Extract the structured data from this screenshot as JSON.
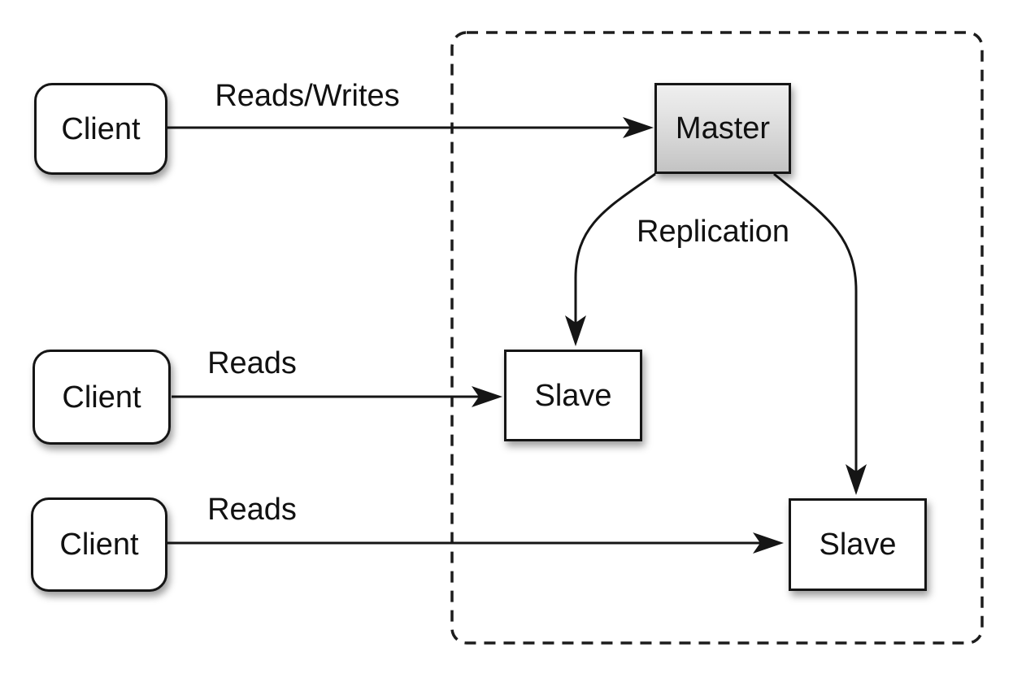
{
  "diagram": {
    "nodes": {
      "client1": {
        "label": "Client"
      },
      "client2": {
        "label": "Client"
      },
      "client3": {
        "label": "Client"
      },
      "master": {
        "label": "Master"
      },
      "slave1": {
        "label": "Slave"
      },
      "slave2": {
        "label": "Slave"
      }
    },
    "edges": {
      "client1_to_master": {
        "label": "Reads/Writes"
      },
      "client2_to_slave1": {
        "label": "Reads"
      },
      "client3_to_slave2": {
        "label": "Reads"
      },
      "master_to_slaves": {
        "label": "Replication"
      }
    },
    "colors": {
      "background": "#ffffff",
      "stroke": "#151515",
      "node_fill": "#ffffff",
      "master_fill_top": "#efefef",
      "master_fill_bottom": "#c3c3c3"
    }
  }
}
